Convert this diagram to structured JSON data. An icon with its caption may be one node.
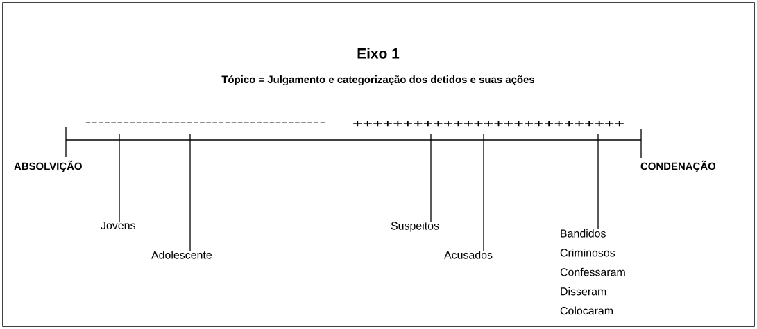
{
  "diagram": {
    "title": "Eixo 1",
    "nodes": [
      {
        "text": [
          "Jovens"
        ]
      },
      {
        "text": [
          "Adolescente"
        ]
      },
      {
        "text": [
          "Suspeitos"
        ]
      },
      {
        "text": [
          "Acusados"
        ]
      },
      {
        "text": [
          "Bandidos",
          "Criminosos",
          "Confessaram",
          "Disseram",
          "Colocaram"
        ]
      }
    ],
    "edges": [
      {
        "from": 0,
        "to": null,
        "arrow": "none"
      },
      {
        "from": 1,
        "to": null,
        "arrow": "none"
      },
      {
        "from": 2,
        "to": null,
        "arrow": "none"
      },
      {
        "from": 3,
        "to": null,
        "arrow": "none"
      },
      {
        "from": 4,
        "to": null,
        "arrow": "none"
      }
    ],
    "labels": [
      "Tópico = Julgamento e categorização dos detidos e suas ações",
      "--------------------------------------",
      "+++++++++++++++++++++++++++",
      "ABSOLVIÇÃO",
      "CONDENAÇÃO"
    ]
  }
}
